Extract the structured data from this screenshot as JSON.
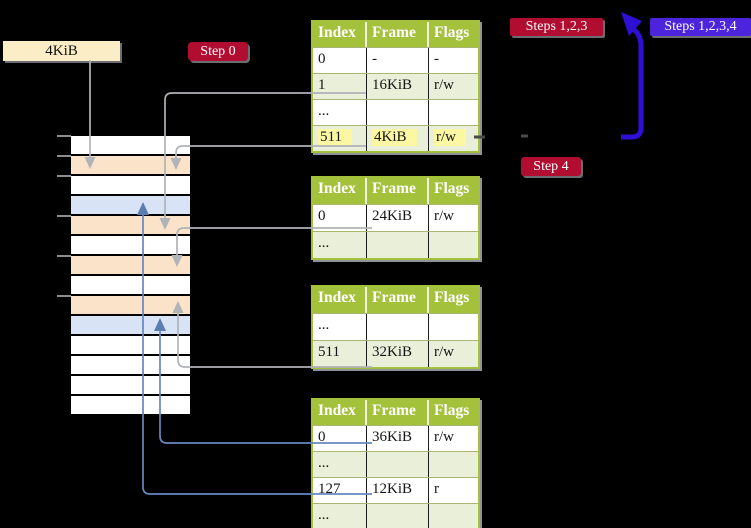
{
  "page": {
    "background": "#000000"
  },
  "frame_size_box": {
    "label": "4KiB"
  },
  "badges": {
    "step0": {
      "label": "Step 0"
    },
    "steps123": {
      "label": "Steps 1,2,3"
    },
    "steps1234": {
      "label": "Steps 1,2,3,4"
    },
    "step4": {
      "label": "Step 4"
    }
  },
  "page_tables": [
    {
      "headers": [
        "Index",
        "Frame",
        "Flags"
      ],
      "rows": [
        {
          "index": "0",
          "frame": "-",
          "flags": "-",
          "shaded": false,
          "highlighted": false
        },
        {
          "index": "1",
          "frame": "16KiB",
          "flags": "r/w",
          "shaded": true,
          "highlighted": false
        },
        {
          "index": "...",
          "frame": "",
          "flags": "",
          "shaded": false,
          "highlighted": false
        },
        {
          "index": "511",
          "frame": "4KiB",
          "flags": "r/w",
          "shaded": true,
          "highlighted": true
        }
      ]
    },
    {
      "headers": [
        "Index",
        "Frame",
        "Flags"
      ],
      "rows": [
        {
          "index": "0",
          "frame": "24KiB",
          "flags": "r/w",
          "shaded": false,
          "highlighted": false
        },
        {
          "index": "...",
          "frame": "",
          "flags": "",
          "shaded": true,
          "highlighted": false
        }
      ]
    },
    {
      "headers": [
        "Index",
        "Frame",
        "Flags"
      ],
      "rows": [
        {
          "index": "...",
          "frame": "",
          "flags": "",
          "shaded": false,
          "highlighted": false
        },
        {
          "index": "511",
          "frame": "32KiB",
          "flags": "r/w",
          "shaded": true,
          "highlighted": false
        }
      ]
    },
    {
      "headers": [
        "Index",
        "Frame",
        "Flags"
      ],
      "rows": [
        {
          "index": "0",
          "frame": "36KiB",
          "flags": "r/w",
          "shaded": false,
          "highlighted": false
        },
        {
          "index": "...",
          "frame": "",
          "flags": "",
          "shaded": true,
          "highlighted": false
        },
        {
          "index": "127",
          "frame": "12KiB",
          "flags": "r",
          "shaded": false,
          "highlighted": false
        },
        {
          "index": "...",
          "frame": "",
          "flags": "",
          "shaded": true,
          "highlighted": false
        }
      ]
    }
  ],
  "memory_column": {
    "row_colors": [
      "white",
      "peach",
      "white",
      "blue",
      "peach",
      "white",
      "peach",
      "white",
      "peach",
      "blue",
      "white",
      "white",
      "white",
      "white"
    ]
  },
  "palette": {
    "table_header_green": "#a4c13c",
    "table_row_shaded": "#e9efd8",
    "highlight_yellow": "#fbf7a3",
    "memory_frame_peach": "#fae3c8",
    "memory_frame_blue": "#d8e4f6",
    "memory_frame_white": "#ffffff",
    "badge_red": "#b00d31",
    "badge_blue": "#4b24dc",
    "arrow_blue_bold": "#2e0fd4",
    "arrow_blue_thin": "#6688bf",
    "arrow_gray": "#b0b3b8",
    "frame_size_box_cream": "#fbeec6"
  }
}
